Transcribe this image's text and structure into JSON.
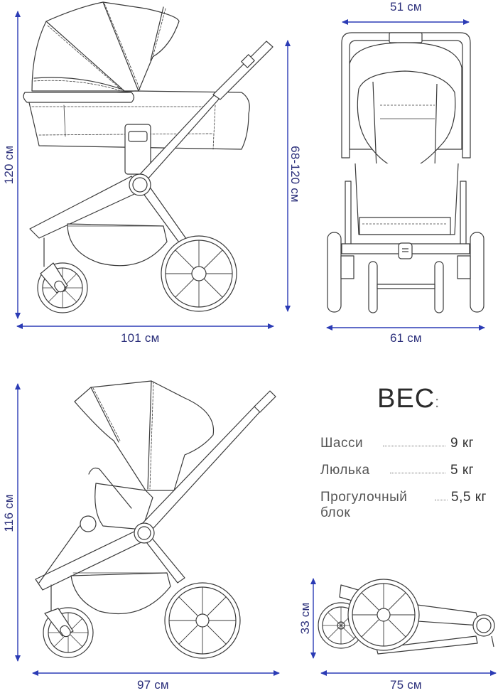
{
  "colors": {
    "dimension_line": "#2b3bb5",
    "dimension_text": "#2a2e7a",
    "drawing_stroke": "#3a3a3a",
    "weight_text": "#555555"
  },
  "views": {
    "bassinet_side": {
      "height_label": "120 см",
      "handle_height_label": "68-120 см",
      "length_label": "101 см"
    },
    "front": {
      "top_width_label": "51 см",
      "bottom_width_label": "61 см"
    },
    "seat_side": {
      "height_label": "116 см",
      "length_label": "97 см"
    },
    "folded": {
      "height_label": "33 см",
      "length_label": "75 см"
    }
  },
  "weight": {
    "title": "ВЕС",
    "colon": ":",
    "items": [
      {
        "name": "Шасси",
        "value": "9 кг"
      },
      {
        "name": "Люлька",
        "value": "5 кг"
      },
      {
        "name": "Прогулочный",
        "name_line2": "блок",
        "value": "5,5 кг"
      }
    ]
  }
}
